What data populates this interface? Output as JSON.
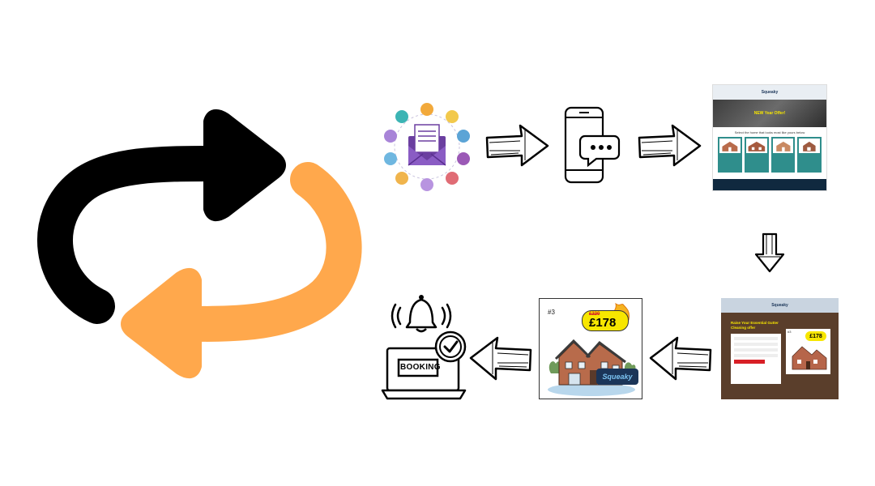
{
  "colors": {
    "black": "#000000",
    "orange": "#FFA84C",
    "email_purple": "#6B3FA0",
    "teal": "#2F8E8C",
    "navy": "#1B3558",
    "brown": "#5A3E2B",
    "yellow": "#F7E600",
    "red": "#D81F26"
  },
  "icons": {
    "cycle": "refresh-cycle-icon",
    "email": "email-marketing-icon",
    "phone": "phone-message-icon",
    "laptop": "laptop-booking-icon",
    "bell": "bell-icon",
    "check": "check-icon"
  },
  "landing_page": {
    "brand": "Squeaky",
    "headline": "NEW Year Offer!",
    "section_title": "Select the home that looks most like yours below"
  },
  "offer_card": {
    "number": "#3",
    "old_price": "£220",
    "new_price": "£178",
    "brand": "Squeaky"
  },
  "booking_form": {
    "brand": "Squeaky",
    "headline": "Raise Your Essential Gutter Cleaning offer",
    "card_number": "#3",
    "card_price": "£178"
  },
  "booking": {
    "label": "BOOKING"
  }
}
